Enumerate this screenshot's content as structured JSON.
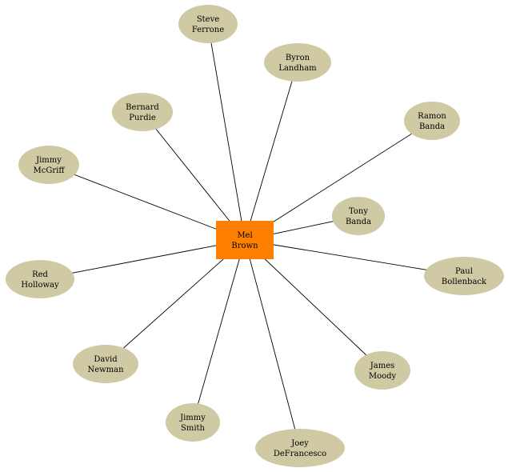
{
  "center": {
    "lines": [
      "Mel",
      "Brown"
    ],
    "color": "#ff7f00"
  },
  "node_color": "#cfcaa4",
  "nodes": [
    {
      "id": "steve-ferrone",
      "lines": [
        "Steve",
        "Ferrone"
      ]
    },
    {
      "id": "byron-landham",
      "lines": [
        "Byron",
        "Landham"
      ]
    },
    {
      "id": "ramon-banda",
      "lines": [
        "Ramon",
        "Banda"
      ]
    },
    {
      "id": "bernard-purdie",
      "lines": [
        "Bernard",
        "Purdie"
      ]
    },
    {
      "id": "jimmy-mcgriff",
      "lines": [
        "Jimmy",
        "McGriff"
      ]
    },
    {
      "id": "tony-banda",
      "lines": [
        "Tony",
        "Banda"
      ]
    },
    {
      "id": "red-holloway",
      "lines": [
        "Red",
        "Holloway"
      ]
    },
    {
      "id": "paul-bollenback",
      "lines": [
        "Paul",
        "Bollenback"
      ]
    },
    {
      "id": "david-newman",
      "lines": [
        "David",
        "Newman"
      ]
    },
    {
      "id": "james-moody",
      "lines": [
        "James",
        "Moody"
      ]
    },
    {
      "id": "jimmy-smith",
      "lines": [
        "Jimmy",
        "Smith"
      ]
    },
    {
      "id": "joey-defrancesco",
      "lines": [
        "Joey",
        "DeFrancesco"
      ]
    }
  ]
}
